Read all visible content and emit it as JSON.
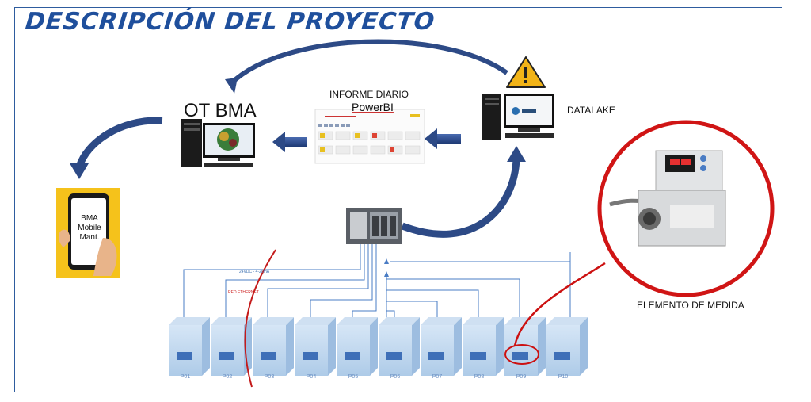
{
  "title": "DESCRIPCIÓN DEL PROYECTO",
  "nodes": {
    "ot_bma": "OT BMA",
    "informe_diario": "INFORME DIARIO",
    "powerbi": "PowerBI",
    "datalake": "DATALAKE",
    "elemento_medida": "ELEMENTO DE MEDIDA",
    "phone_app": "BMA Mobile Mant.",
    "red_ethernet": "RED ETHERNET",
    "voltage": "24VDC - 4-20mA"
  },
  "devices": [
    "P01",
    "P02",
    "P03",
    "P04",
    "P05",
    "P06",
    "P07",
    "P08",
    "P09",
    "P10"
  ],
  "colors": {
    "title": "#1f4f9c",
    "arrow": "#2d4a86",
    "wire": "#4a7cc4",
    "highlight": "#cc1111",
    "box": "#b8d2ec",
    "phone_bg": "#f5c21b"
  }
}
